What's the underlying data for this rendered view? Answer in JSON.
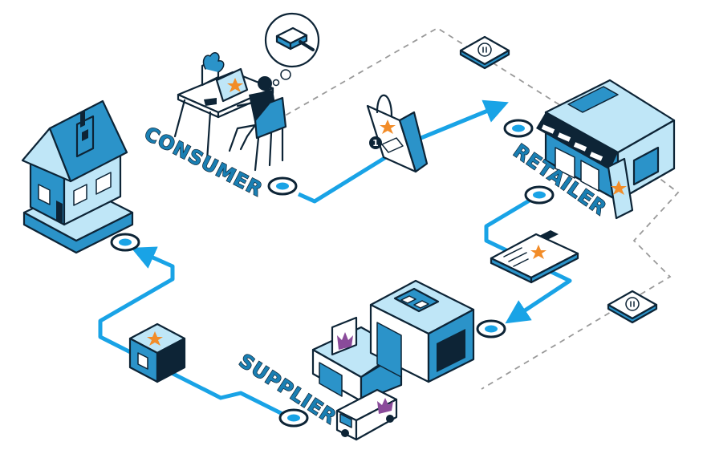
{
  "stages": {
    "consumer": "CONSUMER",
    "retailer": "RETAILER",
    "supplier": "SUPPLIER"
  },
  "badge_number": "1",
  "colors": {
    "flow_blue": "#19a3e6",
    "ink": "#0d2436",
    "light_blue": "#bfe6f7",
    "mid_blue": "#2b93c9",
    "accent_orange": "#f28c28",
    "accent_purple": "#8a4b9a",
    "dashed_line": "#9a9a9a"
  },
  "icons": {
    "house": "house-icon",
    "consumer": "person-at-desk-icon",
    "thought": "thought-bubble-card-icon",
    "bag": "shopping-bag-icon",
    "retailer": "storefront-icon",
    "clipboard": "clipboard-order-icon",
    "supplier": "warehouse-icon",
    "truck": "delivery-truck-icon",
    "box": "package-box-icon",
    "chat": "chat-bubble-icon"
  }
}
